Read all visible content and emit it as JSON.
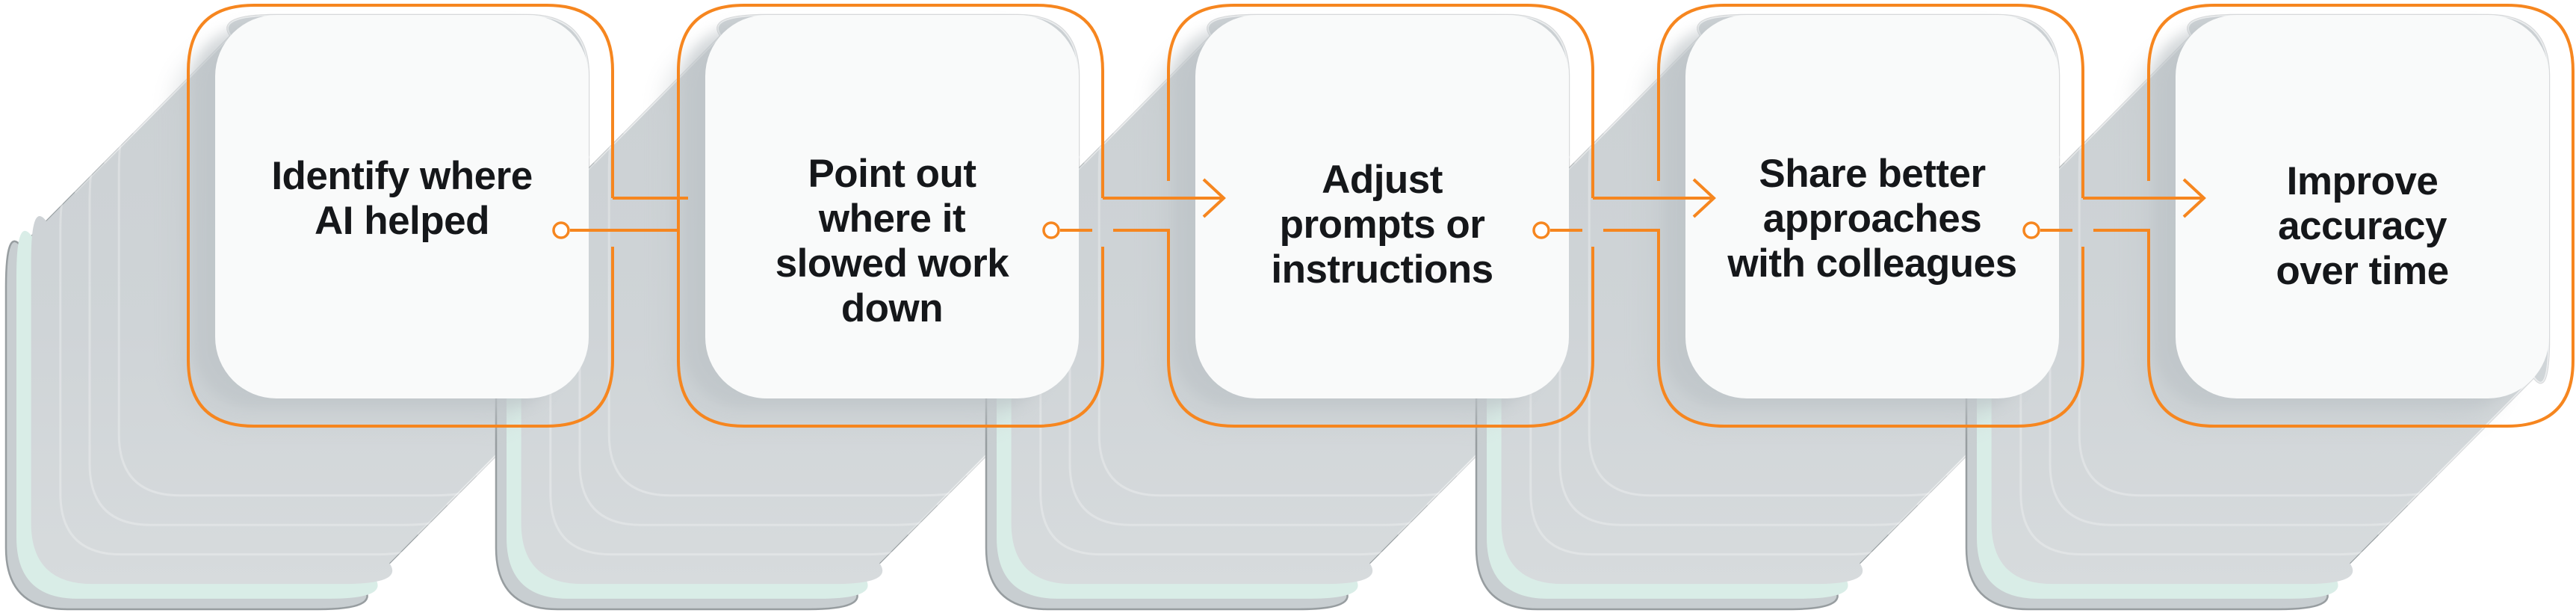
{
  "figure": {
    "title": "",
    "type": "process-flow-diagram",
    "orientation": "horizontal",
    "step_count": 5,
    "colors": {
      "accent_orange": "#F6861F",
      "card_fill": "#F9FAFA",
      "text_color": "#15171A",
      "shadow_gray": "#CDD2D5",
      "shadow_gray_light": "#D6DADC",
      "shadow_gray_back": "#C8CED1",
      "shadow_edge_dark": "#979DA0",
      "mint_accent": "#D9EDE7",
      "background": "#FFFFFF"
    },
    "steps": [
      {
        "index": 1,
        "label": "Identify where AI helped",
        "lines": [
          "Identify where",
          "AI helped"
        ]
      },
      {
        "index": 2,
        "label": "Point out where it slowed work down",
        "lines": [
          "Point out",
          "where it",
          "slowed work",
          "down"
        ]
      },
      {
        "index": 3,
        "label": "Adjust prompts or instructions",
        "lines": [
          "Adjust",
          "prompts or",
          "instructions"
        ]
      },
      {
        "index": 4,
        "label": "Share better approaches with colleagues",
        "lines": [
          "Share better",
          "approaches",
          "with colleagues"
        ]
      },
      {
        "index": 5,
        "label": "Improve accuracy over time",
        "lines": [
          "Improve",
          "accuracy",
          "over time"
        ]
      }
    ],
    "connectors": [
      {
        "from": 1,
        "to": 2,
        "start_icon": "circle-node-icon",
        "end_icon": "none"
      },
      {
        "from": 2,
        "to": 3,
        "start_icon": "circle-node-icon",
        "end_icon": "arrow-right-icon"
      },
      {
        "from": 3,
        "to": 4,
        "start_icon": "circle-node-icon",
        "end_icon": "arrow-right-icon"
      },
      {
        "from": 4,
        "to": 5,
        "start_icon": "circle-node-icon",
        "end_icon": "arrow-right-icon"
      }
    ]
  }
}
